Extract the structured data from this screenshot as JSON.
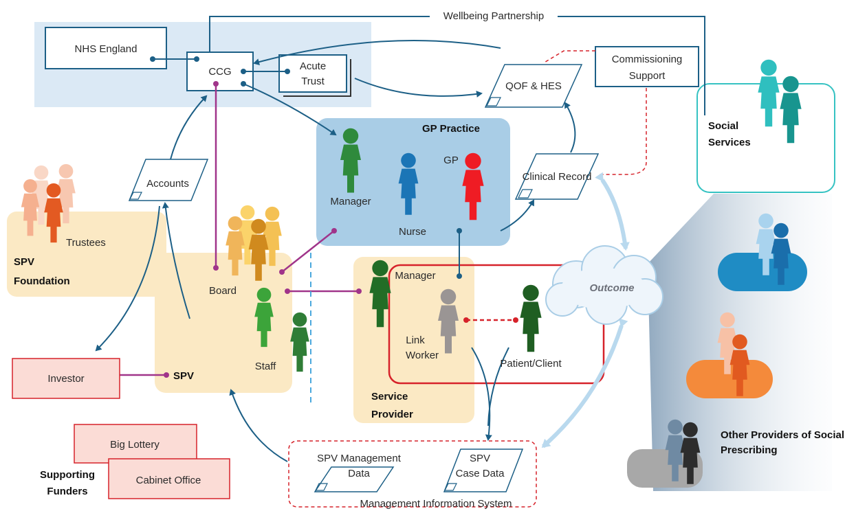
{
  "nodes": {
    "nhs_england": "NHS England",
    "ccg": "CCG",
    "acute_trust": [
      "Acute",
      "Trust"
    ],
    "wellbeing_partnership": "Wellbeing Partnership",
    "qof_hes": "QOF & HES",
    "commissioning_support": [
      "Commissioning",
      "Support"
    ],
    "social_services": [
      "Social",
      "Services"
    ],
    "gp_practice": "GP Practice",
    "gp_manager": "Manager",
    "gp_nurse": "Nurse",
    "gp": "GP",
    "clinical_record": "Clinical Record",
    "accounts": "Accounts",
    "trustees": "Trustees",
    "spv_foundation": [
      "SPV",
      "Foundation"
    ],
    "board": "Board",
    "staff": "Staff",
    "spv": "SPV",
    "investor": "Investor",
    "sp_manager": "Manager",
    "link_worker": [
      "Link",
      "Worker"
    ],
    "patient_client": "Patient/Client",
    "service_provider": [
      "Service",
      "Provider"
    ],
    "outcome": "Outcome",
    "other_providers": [
      "Other Providers of Social",
      "Prescribing"
    ],
    "big_lottery": "Big Lottery",
    "cabinet_office": "Cabinet Office",
    "supporting_funders": [
      "Supporting",
      "Funders"
    ],
    "spv_mgmt_data": [
      "SPV Management",
      "Data"
    ],
    "spv_case_data": [
      "SPV",
      "Case Data"
    ],
    "mis": "Management Information System"
  },
  "colors": {
    "navy": "#1c5f86",
    "purple": "#a0348a",
    "red": "#d6222a",
    "light_blue_panel": "#dbe9f5",
    "gp_panel": "#a9cde6",
    "cream": "#fbe9c4",
    "pink_box": "#fbdcd6",
    "teal": "#2fbfbf"
  }
}
